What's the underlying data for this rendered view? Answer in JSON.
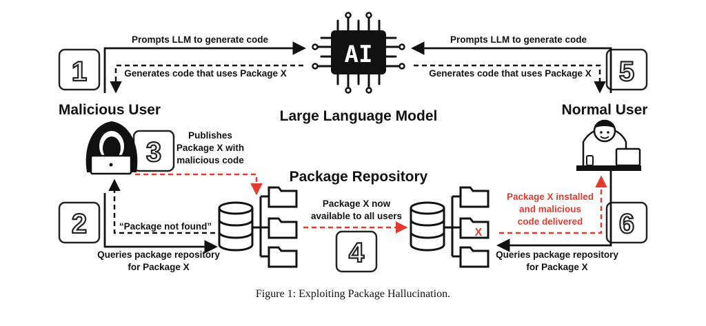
{
  "steps": [
    "1",
    "2",
    "3",
    "4",
    "5",
    "6"
  ],
  "actors": {
    "malicious_user": "Malicious User",
    "llm": "Large Language Model",
    "llm_chip_text": "AI",
    "normal_user": "Normal User",
    "repository": "Package Repository"
  },
  "arrows": {
    "prompt_left": "Prompts LLM to generate code",
    "generate_left": "Generates code that uses Package X",
    "prompt_right": "Prompts LLM to generate code",
    "generate_right": "Generates code that uses Package X",
    "publish_line1": "Publishes",
    "publish_line2": "Package X with",
    "publish_line3": "malicious code",
    "not_found": "“Package not found”",
    "query_left_line1": "Queries package repository",
    "query_left_line2": "for Package X",
    "available_line1": "Package X now",
    "available_line2": "available to all users",
    "installed_line1": "Package X installed",
    "installed_line2": "and malicious",
    "installed_line3": "code delivered",
    "query_right_line1": "Queries package repository",
    "query_right_line2": "for Package X"
  },
  "malicious_marker": "X",
  "caption": "Figure 1: Exploiting Package Hallucination.",
  "colors": {
    "ink": "#111111",
    "malicious": "#e23b2e"
  }
}
